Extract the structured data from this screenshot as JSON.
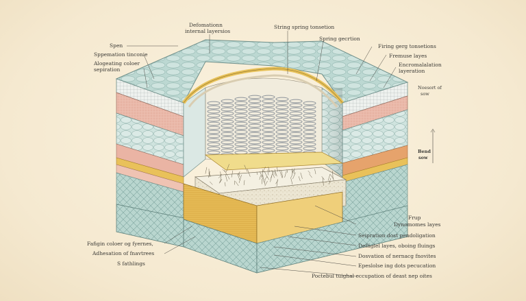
{
  "colors": {
    "paper": "#f6ecd6",
    "quilt_blue": "#bcd8d2",
    "spring_gray": "#9aa0a6",
    "pink_layer": "#e7b7a8",
    "yellow_layer": "#e9c15a",
    "ink": "#3b3a36"
  },
  "labels": {
    "top_center_1": "Defomationn",
    "top_center_2": "internal layersios",
    "top_spring": "String spring tonsetion",
    "spring_section": "Spring gecrtion",
    "left_spec": "Spen",
    "left_separation": "Sppemation tinconie",
    "left_aligning_1": "Alogeating coloer",
    "left_aligning_2": "sepiration",
    "right_firing": "Firing gerg tonsetions",
    "right_fracture": "Fremuse layes",
    "right_encom_1": "Encromalalation",
    "right_encom_2": "layeration",
    "right_measure_1": "Noesort of",
    "right_measure_2": "sow",
    "right_bend_1": "Bend",
    "right_bend_2": "sow",
    "right_frup": "Frup",
    "right_dynamic": "Dynomomes layes",
    "right_separation": "Seipration dost pendoligation",
    "right_defoliated": "Defliglel layes, oboing fluings",
    "right_deviation": "Dosvation of nernacg fnovites",
    "right_especialise": "Epeslolse ing dots pecucation",
    "right_footbal": "Poctebul tuighal eccupation of deast nep oites",
    "left_fatigue": "Fafigin coloer og fyernes,",
    "left_adhesion": "Adhesation of fnavtrees",
    "left_footlings": "S fathlings"
  }
}
